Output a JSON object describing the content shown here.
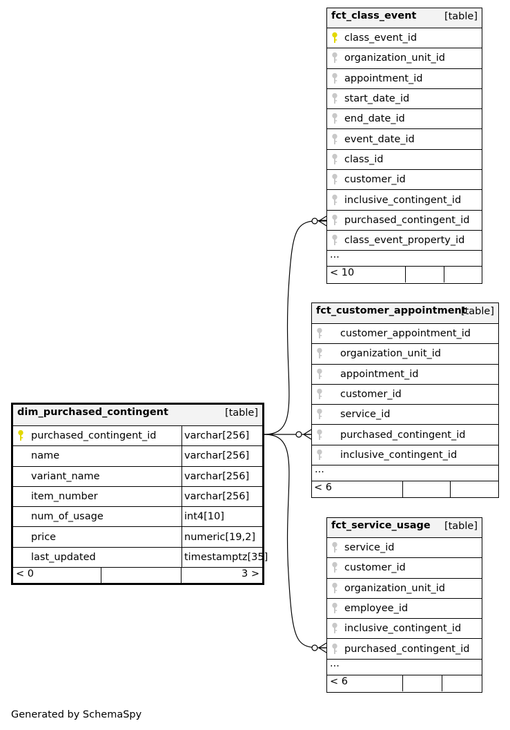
{
  "credit": "Generated by SchemaSpy",
  "tables": {
    "class_event": {
      "name": "fct_class_event",
      "type": "[table]",
      "columns": [
        "class_event_id",
        "organization_unit_id",
        "appointment_id",
        "start_date_id",
        "end_date_id",
        "event_date_id",
        "class_id",
        "customer_id",
        "inclusive_contingent_id",
        "purchased_contingent_id",
        "class_event_property_id"
      ],
      "more": "...",
      "footer_left": "< 10"
    },
    "customer_appointment": {
      "name": "fct_customer_appointment",
      "type": "[table]",
      "columns": [
        "customer_appointment_id",
        "organization_unit_id",
        "appointment_id",
        "customer_id",
        "service_id",
        "purchased_contingent_id",
        "inclusive_contingent_id"
      ],
      "more": "...",
      "footer_left": "< 6"
    },
    "service_usage": {
      "name": "fct_service_usage",
      "type": "[table]",
      "columns": [
        "service_id",
        "customer_id",
        "organization_unit_id",
        "employee_id",
        "inclusive_contingent_id",
        "purchased_contingent_id"
      ],
      "more": "...",
      "footer_left": "< 6"
    },
    "purchased_contingent": {
      "name": "dim_purchased_contingent",
      "type": "[table]",
      "columns": [
        {
          "name": "purchased_contingent_id",
          "type": "varchar[256]"
        },
        {
          "name": "name",
          "type": "varchar[256]"
        },
        {
          "name": "variant_name",
          "type": "varchar[256]"
        },
        {
          "name": "item_number",
          "type": "varchar[256]"
        },
        {
          "name": "num_of_usage",
          "type": "int4[10]"
        },
        {
          "name": "price",
          "type": "numeric[19,2]"
        },
        {
          "name": "last_updated",
          "type": "timestamptz[35]"
        }
      ],
      "footer_left": "< 0",
      "footer_right": "3 >"
    }
  },
  "colors": {
    "primary_key": "#e2d800",
    "foreign_key": "#c8c8c8",
    "header_bg": "#f3f3f3"
  }
}
